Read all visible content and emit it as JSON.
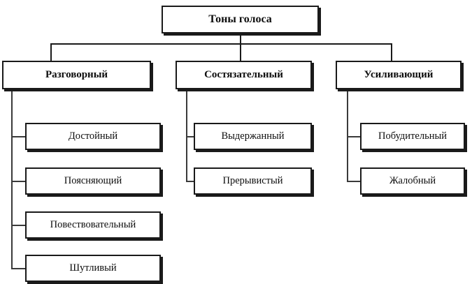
{
  "diagram": {
    "title": "Тоны голоса",
    "type": "hierarchy-tree",
    "orientation": "top-down",
    "colors": {
      "box_border": "#1a1a1a",
      "box_fill": "#ffffff",
      "connector": "#1a1a1a",
      "text": "#0d0d0d",
      "background": "#ffffff"
    },
    "root": {
      "label": "Тоны голоса"
    },
    "branches": [
      {
        "label": "Разговорный",
        "children": [
          {
            "label": "Достойный"
          },
          {
            "label": "Поясняющий"
          },
          {
            "label": "Повествовательный"
          },
          {
            "label": "Шутливый"
          }
        ]
      },
      {
        "label": "Состязательный",
        "children": [
          {
            "label": "Выдержанный"
          },
          {
            "label": "Прерывистый"
          }
        ]
      },
      {
        "label": "Усиливающий",
        "children": [
          {
            "label": "Побудительный"
          },
          {
            "label": "Жалобный"
          }
        ]
      }
    ]
  }
}
